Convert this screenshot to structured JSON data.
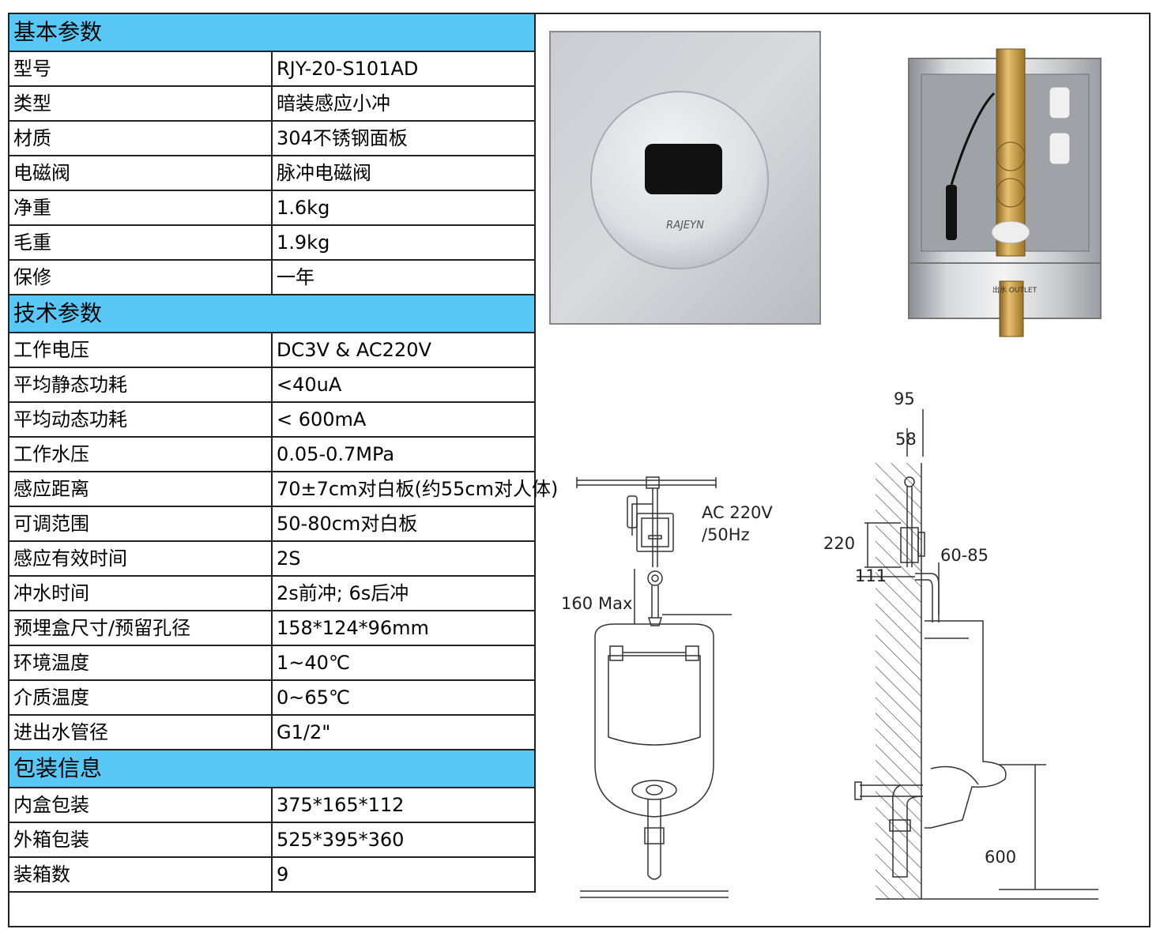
{
  "sections": [
    {
      "title": "基本参数",
      "rows": [
        {
          "label": "型号",
          "value": "RJY-20-S101AD"
        },
        {
          "label": "类型",
          "value": "暗装感应小冲"
        },
        {
          "label": "材质",
          "value": "304不锈钢面板"
        },
        {
          "label": "电磁阀",
          "value": "脉冲电磁阀"
        },
        {
          "label": "净重",
          "value": "1.6kg"
        },
        {
          "label": "毛重",
          "value": "1.9kg"
        },
        {
          "label": "保修",
          "value": "一年"
        }
      ]
    },
    {
      "title": "技术参数",
      "rows": [
        {
          "label": "工作电压",
          "value": "DC3V & AC220V"
        },
        {
          "label": "平均静态功耗",
          "value": "<40uA"
        },
        {
          "label": "平均动态功耗",
          "value": " < 600mA"
        },
        {
          "label": "工作水压",
          "value": "0.05-0.7MPa"
        },
        {
          "label": "感应距离",
          "value": "70±7cm对白板(约55cm对人体)"
        },
        {
          "label": "可调范围",
          "value": "50-80cm对白板"
        },
        {
          "label": "感应有效时间",
          "value": "2S"
        },
        {
          "label": "冲水时间",
          "value": "2s前冲; 6s后冲"
        },
        {
          "label": "预埋盒尺寸/预留孔径",
          "value": "158*124*96mm"
        },
        {
          "label": "环境温度",
          "value": "1~40℃"
        },
        {
          "label": "介质温度",
          "value": "0~65℃"
        },
        {
          "label": "进出水管径",
          "value": "G1/2\""
        }
      ]
    },
    {
      "title": "包装信息",
      "rows": [
        {
          "label": "内盒包装",
          "value": "375*165*112"
        },
        {
          "label": "外箱包装",
          "value": "525*395*360"
        },
        {
          "label": "装箱数",
          "value": "9"
        }
      ]
    }
  ],
  "images": {
    "brand_logo": "RAJEYN",
    "outlet_label": "出水 OUTLET"
  },
  "diagram": {
    "power_label_1": "AC 220V",
    "power_label_2": "/50Hz",
    "max_height": "160",
    "max_suffix": "Max",
    "dim_95": "95",
    "dim_58": "58",
    "dim_220": "220",
    "dim_111": "111",
    "dim_60_85": "60-85",
    "dim_600": "600"
  },
  "colors": {
    "section_header_bg": "#5ac8f7",
    "border": "#222222"
  }
}
